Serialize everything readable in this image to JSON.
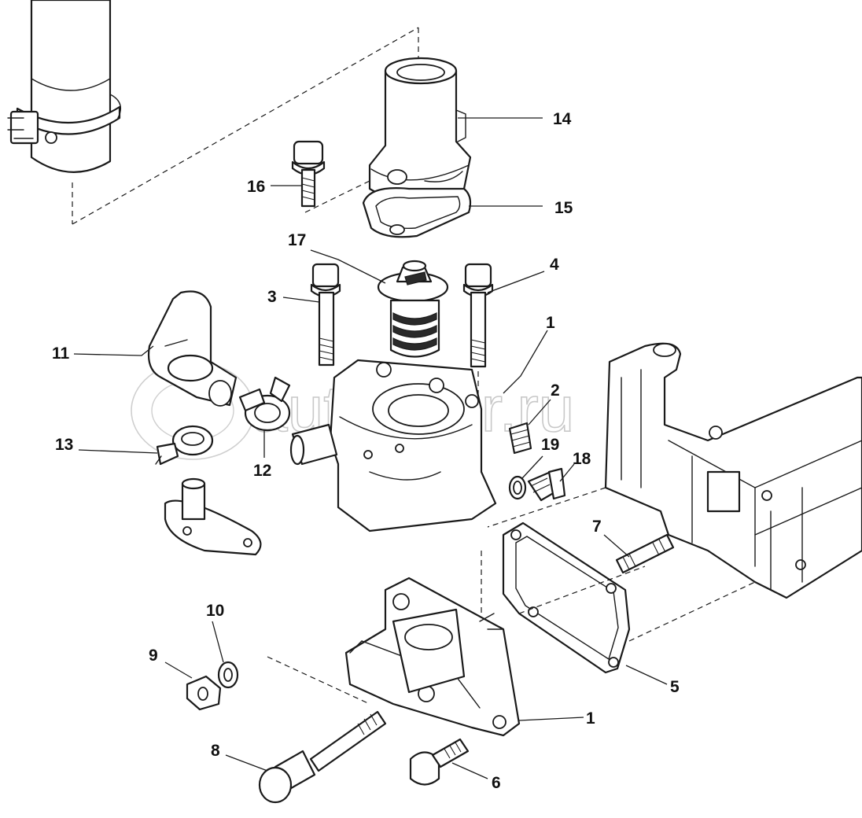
{
  "watermark": "autopiter.ru",
  "callouts": [
    {
      "id": "c14",
      "label": "14"
    },
    {
      "id": "c15",
      "label": "15"
    },
    {
      "id": "c16",
      "label": "16"
    },
    {
      "id": "c17",
      "label": "17"
    },
    {
      "id": "c4",
      "label": "4"
    },
    {
      "id": "c3",
      "label": "3"
    },
    {
      "id": "c1a",
      "label": "1"
    },
    {
      "id": "c11",
      "label": "11"
    },
    {
      "id": "c2",
      "label": "2"
    },
    {
      "id": "c19",
      "label": "19"
    },
    {
      "id": "c18",
      "label": "18"
    },
    {
      "id": "c13",
      "label": "13"
    },
    {
      "id": "c12",
      "label": "12"
    },
    {
      "id": "c7",
      "label": "7"
    },
    {
      "id": "c10",
      "label": "10"
    },
    {
      "id": "c9",
      "label": "9"
    },
    {
      "id": "c5",
      "label": "5"
    },
    {
      "id": "c1b",
      "label": "1"
    },
    {
      "id": "c8",
      "label": "8"
    },
    {
      "id": "c6",
      "label": "6"
    }
  ]
}
